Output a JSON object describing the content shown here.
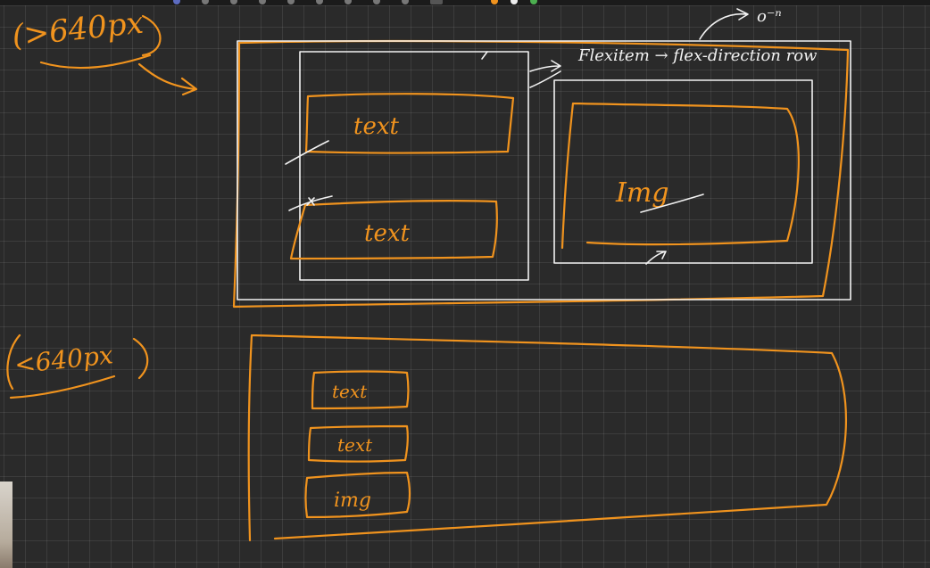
{
  "annotations": {
    "top_breakpoint": "(>640px",
    "bottom_breakpoint": "<640px",
    "flex_note": "Flexitem → flex-direction row",
    "corner_scribble": "o⁻ⁿ"
  },
  "boxes": {
    "text_1": "text",
    "text_2": "text",
    "img_large": "Img",
    "stack_text_1": "text",
    "stack_text_2": "text",
    "stack_img": "img"
  },
  "colors": {
    "background": "#2a2a2a",
    "grid": "#3a3a3a",
    "orange_ink": "#f0931e",
    "white_ink": "#f2f2f2"
  }
}
